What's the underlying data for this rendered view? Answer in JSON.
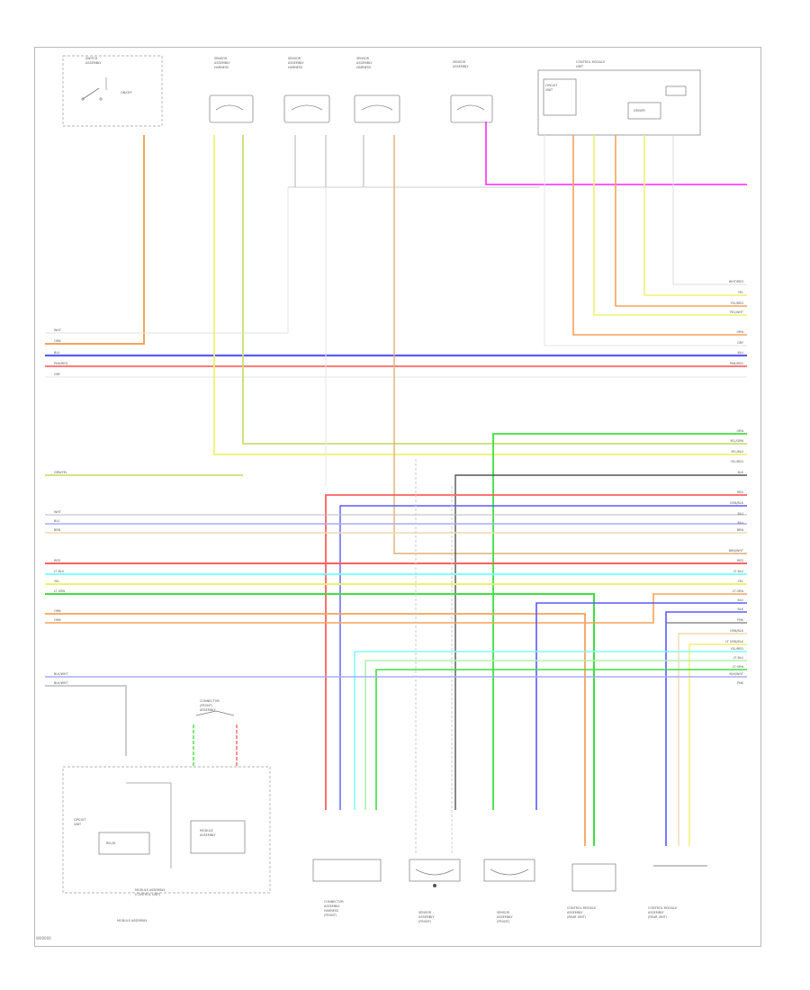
{
  "figure_id": "W00000",
  "components": {
    "sw1": [
      "SWITCH",
      "ASSEMBLY"
    ],
    "sw1_mark": "ON/OFF",
    "sensor_a": [
      "SENSOR",
      "ASSEMBLY",
      "HARNESS"
    ],
    "sensor_b": [
      "SENSOR",
      "ASSEMBLY",
      "HARNESS"
    ],
    "sensor_c": [
      "SENSOR",
      "ASSEMBLY",
      "HARNESS"
    ],
    "sensor_d": [
      "SENSOR",
      "ASSEMBLY"
    ],
    "module_top": [
      "CONTROL MODULE",
      "UNIT"
    ],
    "module_top_inner": [
      "CIRCUIT",
      "UNIT"
    ],
    "module_top_sub": "DRIVER",
    "bottom_left_box": [
      "MODULE",
      "ASSEMBLY"
    ],
    "bottom_left_inner": [
      "CIRCUIT",
      "UNIT"
    ],
    "bottom_left_small": "RELAY",
    "bottom_left_caption": [
      "MODULE ASSEMBLY",
      "(CONTROL UNIT)"
    ],
    "bottom_left_footer": "MODULE ASSEMBLY",
    "connector_top": [
      "CONNECTOR",
      "(FRONT)",
      "ASSEMBLY"
    ],
    "bottom_components": [
      [
        "CONNECTOR",
        "ASSEMBLY",
        "HARNESS",
        "(FRONT)"
      ],
      [
        "SENSOR",
        "ASSEMBLY",
        "(FRONT)"
      ],
      [
        "SENSOR",
        "ASSEMBLY",
        "(FRONT)"
      ],
      [
        "CONTROL MODULE",
        "ASSEMBLY",
        "(REAR UNIT)"
      ],
      [
        "CONTROL MODULE",
        "ASSEMBLY",
        "(REAR UNIT)"
      ]
    ]
  },
  "left_labels": [
    "WHT",
    "ORN",
    "BLU",
    "PNK/RED",
    "GRY",
    "GRN/YEL",
    "WHT",
    "BLU",
    "BRN",
    "RED",
    "LT BLU",
    "YEL",
    "LT GRN",
    "ORN",
    "ORN",
    "BLK/WHT",
    "BLK/WHT"
  ],
  "right_labels": [
    "WHT/RED",
    "YEL",
    "YEL/RED",
    "YEL/WHT",
    "ORN",
    "GRY",
    "BLU",
    "PNK/RED",
    "GRN",
    "YEL/GRN",
    "YEL/BLU",
    "YEL/RED",
    "BLK",
    "RED",
    "GRN/BLK",
    "BLU",
    "BLU",
    "BRN",
    "BRN/WHT",
    "RED",
    "LT BLU",
    "YEL",
    "LT GRN",
    "BLU",
    "BLK",
    "PNK",
    "ORN/BLK",
    "LT GRN/BLK",
    "YEL/RED",
    "LT BLU",
    "LT GRN",
    "BLK/WHT",
    "PNK"
  ],
  "colors": {
    "orange": "#f5a35a",
    "blue": "#5a5aff",
    "pink": "#ff7a7a",
    "magenta": "#ff44ff",
    "yellow": "#f0f070",
    "yellow_green": "#c8e070",
    "green": "#40e040",
    "light_green": "#b0f0b0",
    "light_blue": "#80ffff",
    "red": "#ff6060",
    "gray": "#9a9a9a",
    "dark_gray": "#555555",
    "lavender": "#aaaaff",
    "beige": "#f0d8b0",
    "tan": "#e0b070"
  }
}
